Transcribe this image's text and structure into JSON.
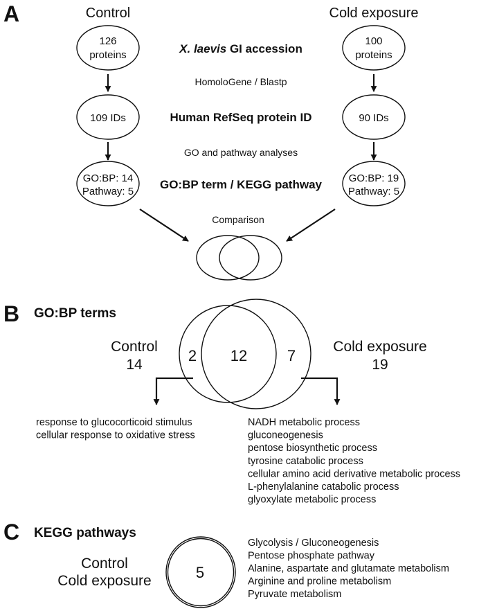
{
  "panel_a": {
    "label": "A",
    "left_title": "Control",
    "right_title": "Cold exposure",
    "left_nodes": {
      "proteins_count": "126",
      "proteins_word": "proteins",
      "ids": "109 IDs",
      "gobp": "GO:BP: 14",
      "pathway": "Pathway: 5"
    },
    "right_nodes": {
      "proteins_count": "100",
      "proteins_word": "proteins",
      "ids": "90 IDs",
      "gobp": "GO:BP: 19",
      "pathway": "Pathway: 5"
    },
    "stage1_italic": "X. laevis",
    "stage1_rest": " GI accession",
    "step1": "HomoloGene / Blastp",
    "stage2": "Human RefSeq protein ID",
    "step2": "GO and pathway analyses",
    "stage3": "GO:BP term / KEGG pathway",
    "step3": "Comparison"
  },
  "panel_b": {
    "label": "B",
    "title": "GO:BP terms",
    "left_name": "Control",
    "left_total": "14",
    "right_name": "Cold exposure",
    "right_total": "19",
    "left_only": "2",
    "shared": "12",
    "right_only": "7",
    "left_terms": [
      "response to glucocorticoid stimulus",
      "cellular response to oxidative stress"
    ],
    "right_terms": [
      "NADH metabolic process",
      "gluconeogenesis",
      "pentose biosynthetic process",
      "tyrosine catabolic process",
      "cellular amino acid derivative metabolic process",
      "L-phenylalanine catabolic process",
      "glyoxylate metabolic process"
    ]
  },
  "panel_c": {
    "label": "C",
    "title": "KEGG pathways",
    "group1": "Control",
    "group2": "Cold exposure",
    "shared": "5",
    "pathways": [
      "Glycolysis / Gluconeogenesis",
      "Pentose phosphate pathway",
      "Alanine, aspartate and glutamate metabolism",
      "Arginine and proline metabolism",
      "Pyruvate metabolism"
    ]
  }
}
